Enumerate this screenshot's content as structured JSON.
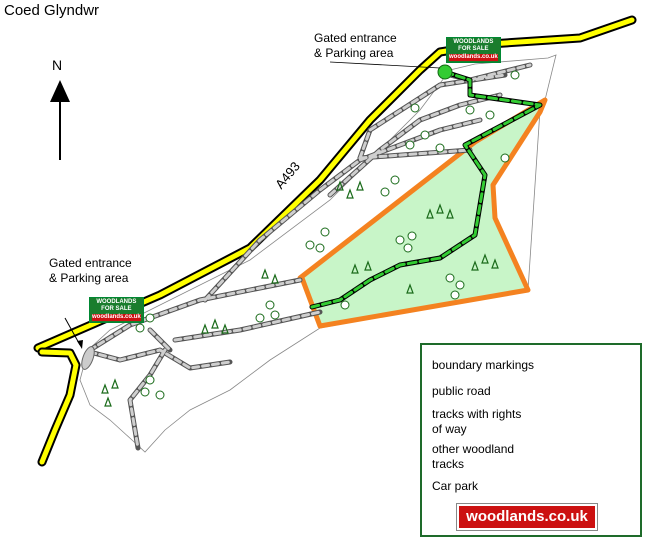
{
  "map": {
    "title": "Coed Glyndwr",
    "north_label": "N",
    "road_name": "A493",
    "entrance_top": [
      "Gated entrance",
      "& Parking area"
    ],
    "entrance_left": [
      "Gated entrance",
      "& Parking area"
    ]
  },
  "signs": {
    "line1": "WOODLANDS",
    "line2": "FOR SALE",
    "line3": "woodlands.co.uk"
  },
  "legend": {
    "boundary": "boundary markings",
    "road": "public road",
    "rights_1": "tracks with rights",
    "rights_2": "of way",
    "other_1": "other woodland",
    "other_2": "tracks",
    "car_park": "Car park",
    "brand": "woodlands.co.uk"
  },
  "colors": {
    "boundary": "#f48220",
    "plot_fill": "#c8f5c8",
    "road": "#ffff00",
    "rights_of_way": "#33cc33",
    "track": "#bbbbbb",
    "car_park": "#33cc33",
    "brand_red": "#cc1111",
    "legend_border": "#1e6b2a"
  }
}
